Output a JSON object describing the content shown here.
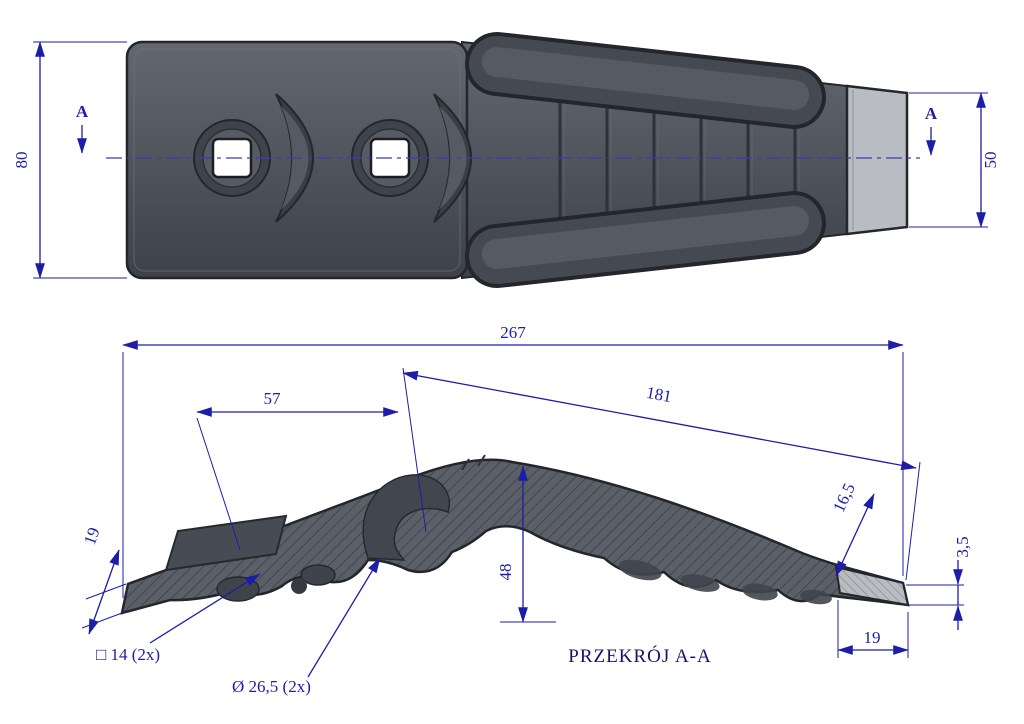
{
  "top_view": {
    "height": "80",
    "tip_width": "50",
    "section_marker": "A"
  },
  "side_view": {
    "total_length": "267",
    "hole_spacing": "57",
    "working_length": "181",
    "shank_thickness": "19",
    "height": "48",
    "tip_thickness": "16,5",
    "tip_edge": "3,5",
    "tip_flat": "19",
    "square_hole": "□ 14  (2x)",
    "hole_diameter": "Ø 26,5  (2x)",
    "section_label": "PRZEKRÓJ A-A"
  },
  "colors": {
    "dimension_blue": "#1d1da8",
    "body_gray": "#50555d",
    "capsule_gray": "#454a52",
    "tip_gray": "#b9bdc2",
    "outline": "#23262c",
    "background": "#ffffff"
  }
}
